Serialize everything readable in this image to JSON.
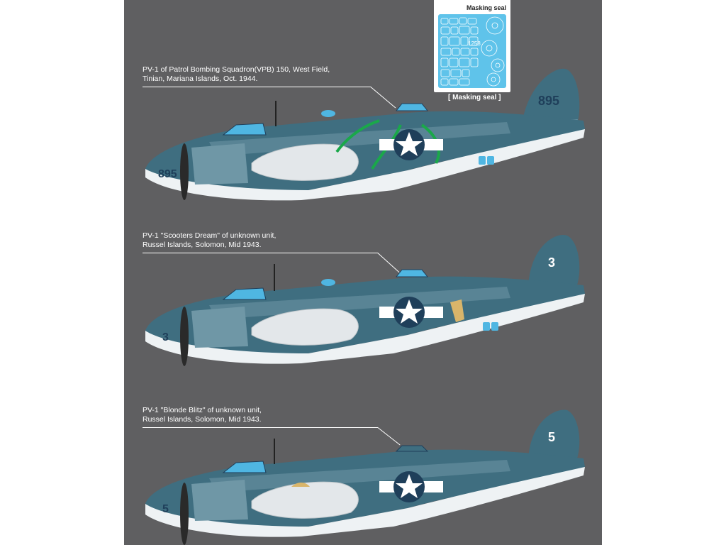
{
  "masking": {
    "title": "Masking seal",
    "label": "[ Masking seal ]",
    "sheet_code": "1258"
  },
  "profiles": [
    {
      "caption_line1": "PV-1 of Patrol Bombing Squadron(VPB) 150, West Field,",
      "caption_line2": "Tinian, Mariana Islands, Oct. 1944.",
      "tail_number": "895",
      "nose_number": "895",
      "nose_art": "octopus"
    },
    {
      "caption_line1": "PV-1 \"Scooters Dream\" of unknown unit,",
      "caption_line2": "Russel Islands, Solomon, Mid 1943.",
      "tail_number": "3",
      "nose_number": "3",
      "nose_art": "scooters-dream"
    },
    {
      "caption_line1": "PV-1 \"Blonde Blitz\" of unknown unit,",
      "caption_line2": "Russel Islands, Solomon, Mid 1943.",
      "tail_number": "5",
      "nose_number": "5",
      "nose_art": "blonde-blitz"
    }
  ],
  "colors": {
    "background": "#5f5f61",
    "camo_dark": "#3f6e80",
    "camo_mid": "#6f97a6",
    "underside": "#eef2f4",
    "glass": "#4fb6e2",
    "insignia": "#1f3f5a",
    "octopus": "#1aa84a"
  }
}
